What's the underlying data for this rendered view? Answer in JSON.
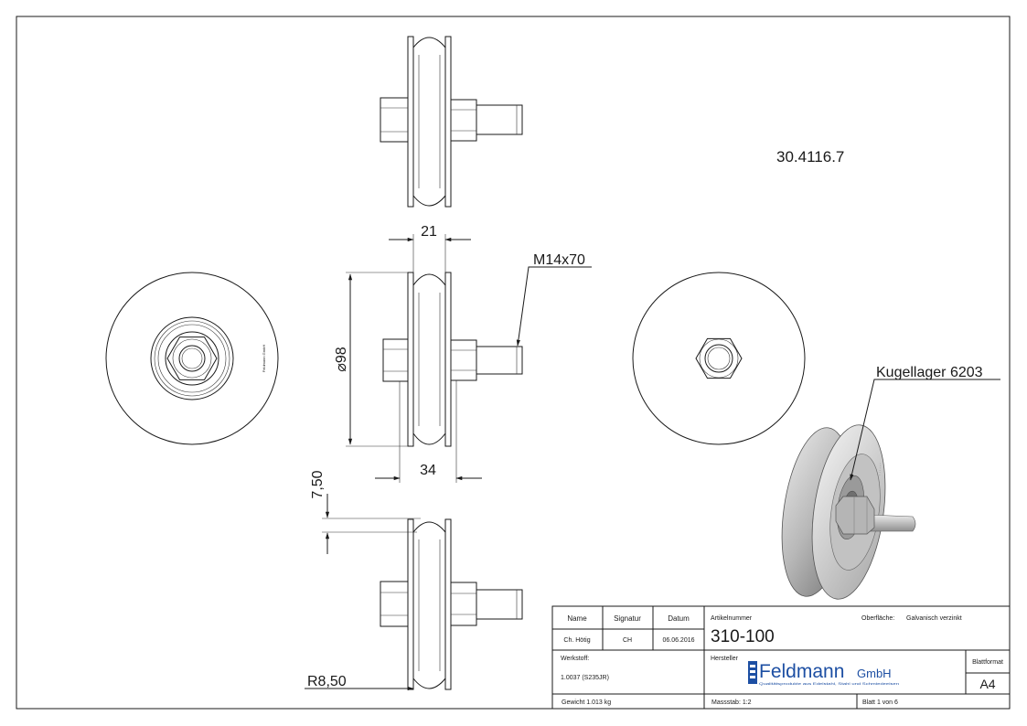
{
  "drawing": {
    "part_code": "30.4116.7",
    "dimensions": {
      "width_top": "21",
      "diameter": "⌀98",
      "thread": "M14x70",
      "width_overall": "34",
      "groove_depth": "7,50",
      "radius": "R8,50"
    },
    "callout": "Kugellager 6203",
    "side_mark": "Feldmann GmbH"
  },
  "title_block": {
    "name_label": "Name",
    "signature_label": "Signatur",
    "date_label": "Datum",
    "name_value": "Ch. Hötig",
    "signature_value": "CH",
    "date_value": "06.06.2016",
    "article_label": "Artikelnummer",
    "article_number": "310-100",
    "surface_label": "Oberfläche:",
    "surface_value": "Galvanisch verzinkt",
    "material_label": "Werkstoff:",
    "material_value": "1.0037 (S235JR)",
    "manufacturer_label": "Hersteller",
    "logo_text": "Feldmann",
    "logo_suffix": "GmbH",
    "logo_tagline": "Qualitätsprodukte aus Edelstahl, Stahl und Schmiedeeisen",
    "format_label": "Blattformat",
    "format_value": "A4",
    "weight": "Gewicht 1.013 kg",
    "scale": "Massstab: 1:2",
    "sheet": "Blatt 1 von 6"
  },
  "colors": {
    "line": "#1a1a1a",
    "logo_blue": "#1d4fa3",
    "wheel_light": "#c9c9c9",
    "wheel_dark": "#8a8a8a"
  }
}
